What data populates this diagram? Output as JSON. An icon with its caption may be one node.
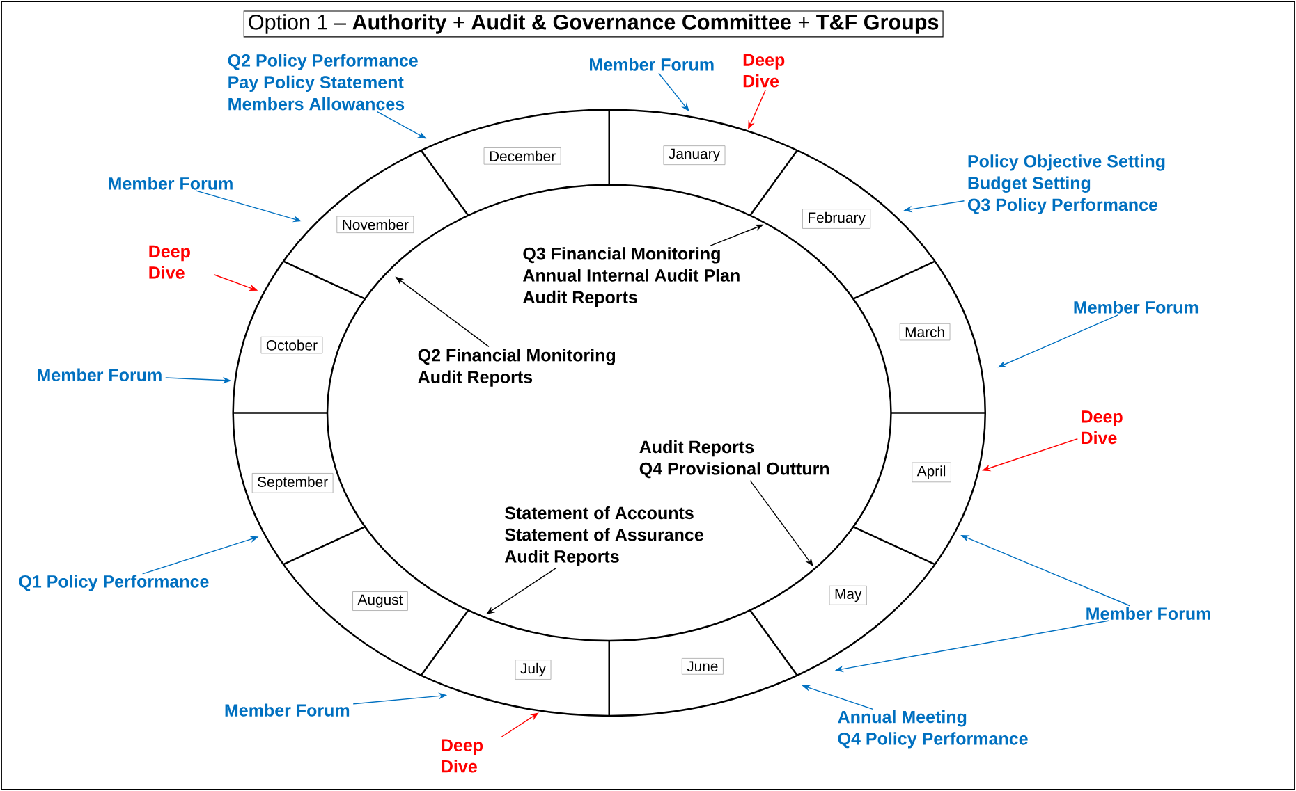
{
  "diagram": {
    "title": "Option 1 – **Authority** + **Audit & Governance Committee** + **T&F Groups**",
    "nodes": [
      {
        "text": [
          "Q2 Policy Performance",
          "Pay Policy Statement",
          "Members Allowances"
        ]
      },
      {
        "text": [
          "Member Forum"
        ]
      },
      {
        "text": [
          "Deep Dive"
        ]
      },
      {
        "text": [
          "Policy Objective Setting",
          "Budget Setting",
          "Q3 Policy Performance"
        ]
      },
      {
        "text": [
          "Member Forum"
        ]
      },
      {
        "text": [
          "Deep Dive"
        ]
      },
      {
        "text": [
          "Member Forum"
        ]
      },
      {
        "text": [
          "Annual Meeting",
          "Q4 Policy Performance"
        ]
      },
      {
        "text": [
          "Deep Dive"
        ]
      },
      {
        "text": [
          "Member Forum"
        ]
      },
      {
        "text": [
          "Q1 Policy Performance"
        ]
      },
      {
        "text": [
          "Member Forum"
        ]
      },
      {
        "text": [
          "Deep Dive"
        ]
      },
      {
        "text": [
          "Member Forum"
        ]
      },
      {
        "text": [
          "Q3 Financial Monitoring",
          "Annual Internal Audit Plan",
          "Audit Reports"
        ]
      },
      {
        "text": [
          "Q2 Financial Monitoring",
          "Audit Reports"
        ]
      },
      {
        "text": [
          "Audit Reports",
          "Q4 Provisional Outturn"
        ]
      },
      {
        "text": [
          "Statement of Accounts",
          "Statement of Assurance",
          "Audit Reports"
        ]
      },
      {
        "text": [
          "January"
        ]
      },
      {
        "text": [
          "February"
        ]
      },
      {
        "text": [
          "March"
        ]
      },
      {
        "text": [
          "April"
        ]
      },
      {
        "text": [
          "May"
        ]
      },
      {
        "text": [
          "June"
        ]
      },
      {
        "text": [
          "July"
        ]
      },
      {
        "text": [
          "August"
        ]
      },
      {
        "text": [
          "September"
        ]
      },
      {
        "text": [
          "October"
        ]
      },
      {
        "text": [
          "November"
        ]
      },
      {
        "text": [
          "December"
        ]
      }
    ],
    "edges": [
      {
        "from": 0,
        "to": null,
        "arrow": "to"
      },
      {
        "from": 1,
        "to": null,
        "arrow": "to"
      },
      {
        "from": 2,
        "to": null,
        "arrow": "to",
        "color": "#ff0000"
      },
      {
        "from": 3,
        "to": null,
        "arrow": "to"
      },
      {
        "from": 4,
        "to": null,
        "arrow": "to"
      },
      {
        "from": 5,
        "to": null,
        "arrow": "to",
        "color": "#ff0000"
      },
      {
        "from": 6,
        "to": null,
        "arrow": "to"
      },
      {
        "from": 6,
        "to": null,
        "arrow": "to"
      },
      {
        "from": 7,
        "to": null,
        "arrow": "to"
      },
      {
        "from": 8,
        "to": null,
        "arrow": "to",
        "color": "#ff0000"
      },
      {
        "from": 9,
        "to": null,
        "arrow": "to"
      },
      {
        "from": 10,
        "to": null,
        "arrow": "to"
      },
      {
        "from": 11,
        "to": null,
        "arrow": "to"
      },
      {
        "from": 12,
        "to": null,
        "arrow": "to",
        "color": "#ff0000"
      },
      {
        "from": 13,
        "to": null,
        "arrow": "to"
      },
      {
        "from": 14,
        "to": null,
        "arrow": "to",
        "color": "#000000"
      },
      {
        "from": 15,
        "to": null,
        "arrow": "to",
        "color": "#000000"
      },
      {
        "from": 16,
        "to": null,
        "arrow": "to",
        "color": "#000000"
      },
      {
        "from": 17,
        "to": null,
        "arrow": "to",
        "color": "#000000"
      }
    ]
  }
}
